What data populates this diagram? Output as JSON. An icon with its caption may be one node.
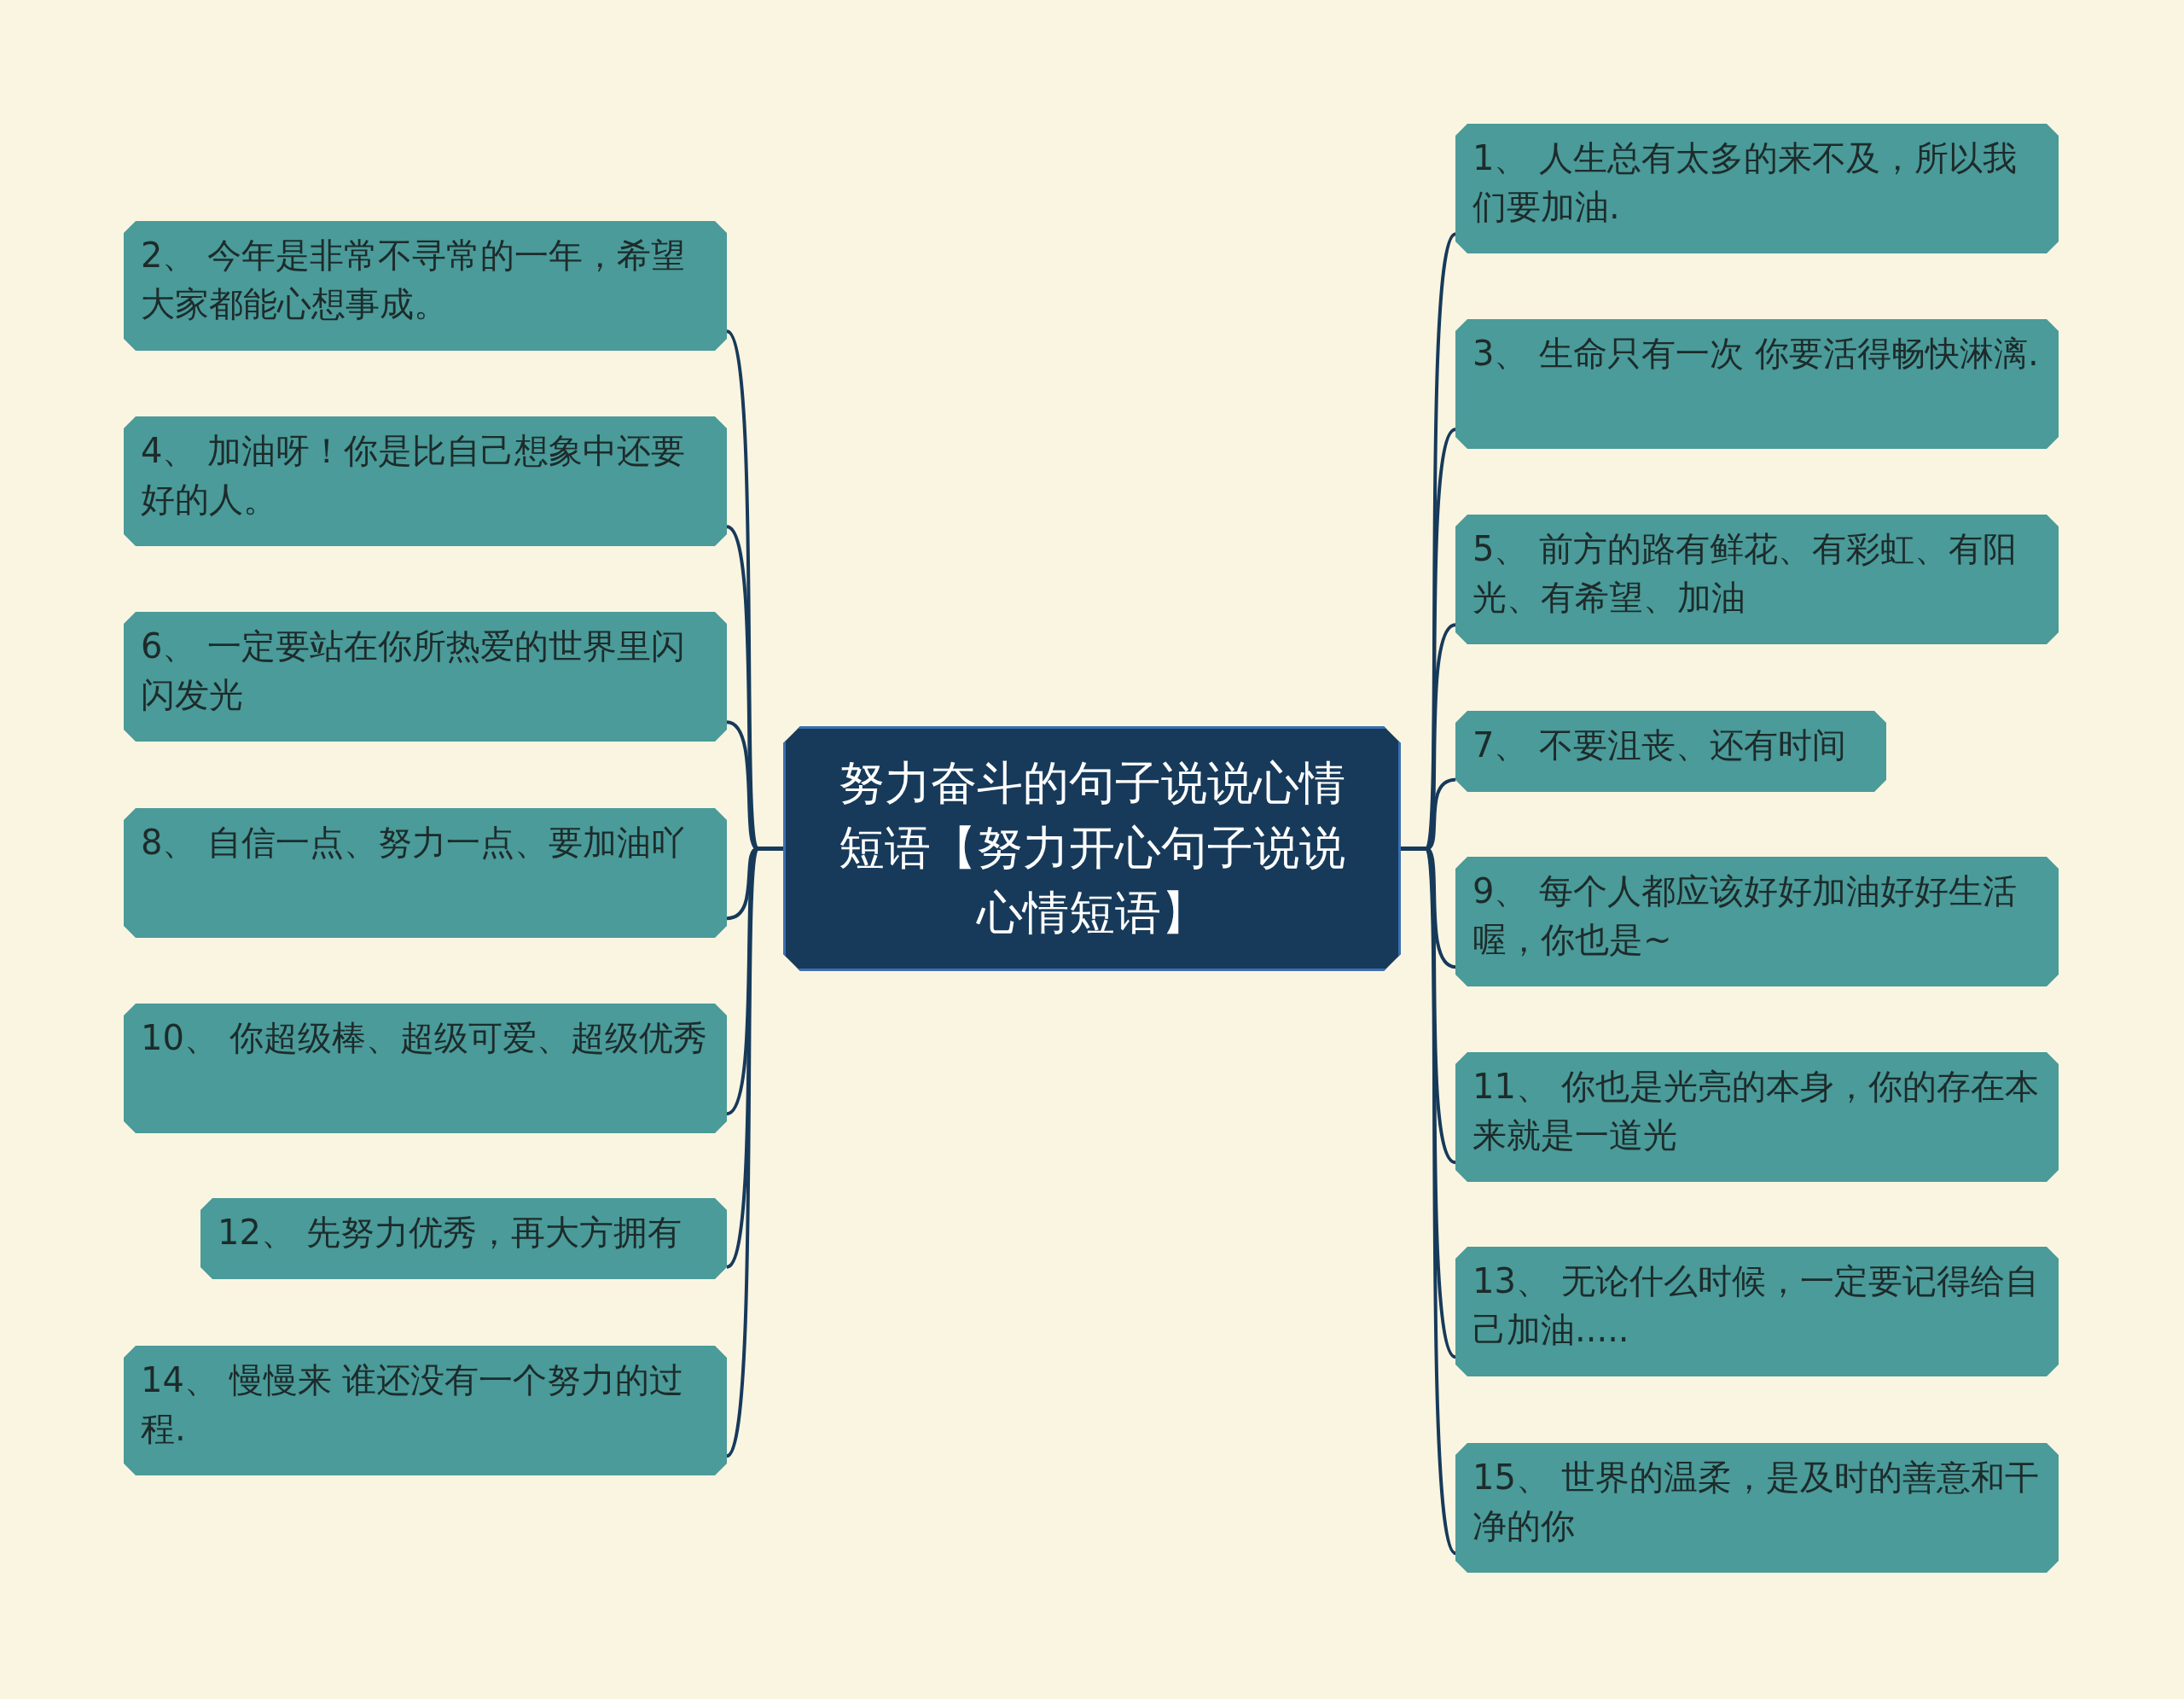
{
  "diagram": {
    "nodes": [
      {
        "text": [
          "努力奋斗的句子说说心情短语【努力开心句子说说心情短语】"
        ]
      },
      {
        "text": [
          "1、 人生总有太多的来不及，所以我们要加油."
        ]
      },
      {
        "text": [
          "2、 今年是非常不寻常的一年，希望大家都能心想事成。"
        ]
      },
      {
        "text": [
          "3、 生命只有一次 你要活得畅快淋漓."
        ]
      },
      {
        "text": [
          "4、 加油呀！你是比自己想象中还要好的人。"
        ]
      },
      {
        "text": [
          "5、 前方的路有鲜花、有彩虹、有阳光、有希望、加油"
        ]
      },
      {
        "text": [
          "6、 一定要站在你所热爱的世界里闪闪发光"
        ]
      },
      {
        "text": [
          "7、 不要沮丧、还有时间"
        ]
      },
      {
        "text": [
          "8、 自信一点、努力一点、要加油吖"
        ]
      },
      {
        "text": [
          "9、 每个人都应该好好加油好好生活喔，你也是~"
        ]
      },
      {
        "text": [
          "10、 你超级棒、超级可爱、超级优秀"
        ]
      },
      {
        "text": [
          "11、 你也是光亮的本身，你的存在本来就是一道光"
        ]
      },
      {
        "text": [
          "12、 先努力优秀，再大方拥有"
        ]
      },
      {
        "text": [
          "13、 无论什么时候，一定要记得给自己加油....."
        ]
      },
      {
        "text": [
          "14、 慢慢来 谁还没有一个努力的过程."
        ]
      },
      {
        "text": [
          "15、 世界的温柔，是及时的善意和干净的你"
        ]
      }
    ],
    "edges": [
      {
        "from": 0,
        "to": 1,
        "arrow": "none"
      },
      {
        "from": 0,
        "to": 2,
        "arrow": "none"
      },
      {
        "from": 0,
        "to": 3,
        "arrow": "none"
      },
      {
        "from": 0,
        "to": 4,
        "arrow": "none"
      },
      {
        "from": 0,
        "to": 5,
        "arrow": "none"
      },
      {
        "from": 0,
        "to": 6,
        "arrow": "none"
      },
      {
        "from": 0,
        "to": 7,
        "arrow": "none"
      },
      {
        "from": 0,
        "to": 8,
        "arrow": "none"
      },
      {
        "from": 0,
        "to": 9,
        "arrow": "none"
      },
      {
        "from": 0,
        "to": 10,
        "arrow": "none"
      },
      {
        "from": 0,
        "to": 11,
        "arrow": "none"
      },
      {
        "from": 0,
        "to": 12,
        "arrow": "none"
      },
      {
        "from": 0,
        "to": 13,
        "arrow": "none"
      },
      {
        "from": 0,
        "to": 14,
        "arrow": "none"
      },
      {
        "from": 0,
        "to": 15,
        "arrow": "none"
      }
    ]
  }
}
